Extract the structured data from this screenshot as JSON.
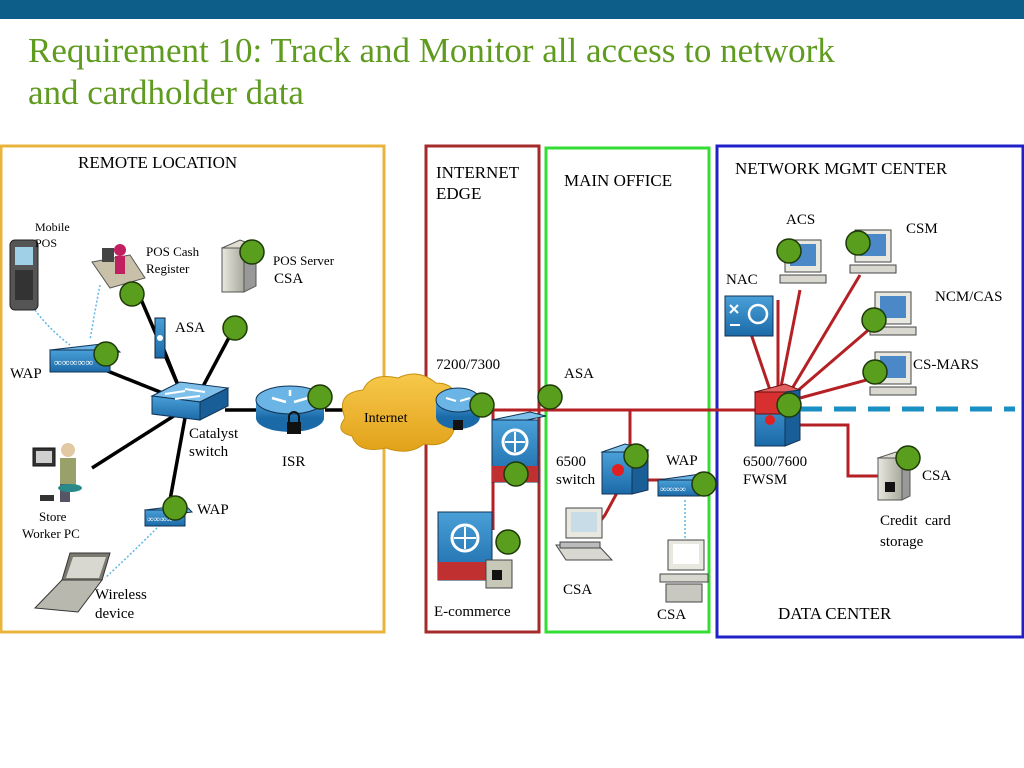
{
  "slide": {
    "title_line1": "Requirement 10: Track and Monitor all access to network",
    "title_line2": "and cardholder data",
    "accent_bar_color": "#0d5f8a",
    "title_color": "#5f9b1f"
  },
  "zones": {
    "remote": "REMOTE LOCATION",
    "internet_edge_1": "INTERNET",
    "internet_edge_2": "EDGE",
    "main_office": "MAIN OFFICE",
    "nmc": "NETWORK MGMT CENTER",
    "data_center": "DATA CENTER",
    "colors": {
      "remote": "#e8b43c",
      "internet_edge": "#a52a2a",
      "main_office": "#33dd33",
      "nmc": "#2020c8"
    }
  },
  "labels": {
    "mobile_pos_1": "Mobile",
    "mobile_pos_2": "POS",
    "pos_cash_1": "POS Cash",
    "pos_cash_2": "Register",
    "pos_server": "POS Server",
    "pos_server_csa": "CSA",
    "asa_remote": "ASA",
    "wap_left": "WAP",
    "catalyst_1": "Catalyst",
    "catalyst_2": "switch",
    "isr": "ISR",
    "internet": "Internet",
    "store_pc_1": "Store",
    "store_pc_2": "Worker PC",
    "wap_bottom": "WAP",
    "wireless_1": "Wireless",
    "wireless_2": "device",
    "router_7200": "7200/7300",
    "ecommerce": "E-commerce",
    "asa_main": "ASA",
    "switch6500_1": "6500",
    "switch6500_2": "switch",
    "wap_main": "WAP",
    "csa_main_1": "CSA",
    "csa_main_2": "CSA",
    "acs": "ACS",
    "csm": "CSM",
    "nac": "NAC",
    "ncm": "NCM/CAS",
    "csmars": "CS-MARS",
    "fwsm_1": "6500/7600",
    "fwsm_2": "FWSM",
    "csa_dc": "CSA",
    "credit_1": "Credit  card",
    "credit_2": "storage"
  },
  "icons": [
    "mobile-pos-icon",
    "pos-cash-register-icon",
    "pos-server-icon",
    "asa-firewall-icon",
    "wap-icon",
    "catalyst-switch-icon",
    "isr-router-icon",
    "internet-cloud-icon",
    "worker-pc-icon",
    "laptop-icon",
    "router-icon",
    "ecommerce-server-icon",
    "multilayer-switch-icon",
    "workstation-icon",
    "nac-appliance-icon",
    "fwsm-icon",
    "storage-server-icon",
    "monitor-point-icon"
  ],
  "colors": {
    "monitor_dot": "#5a9e1e",
    "link_red": "#b52025",
    "link_black": "#000000",
    "mgmt_dashed": "#1a8fc4"
  }
}
